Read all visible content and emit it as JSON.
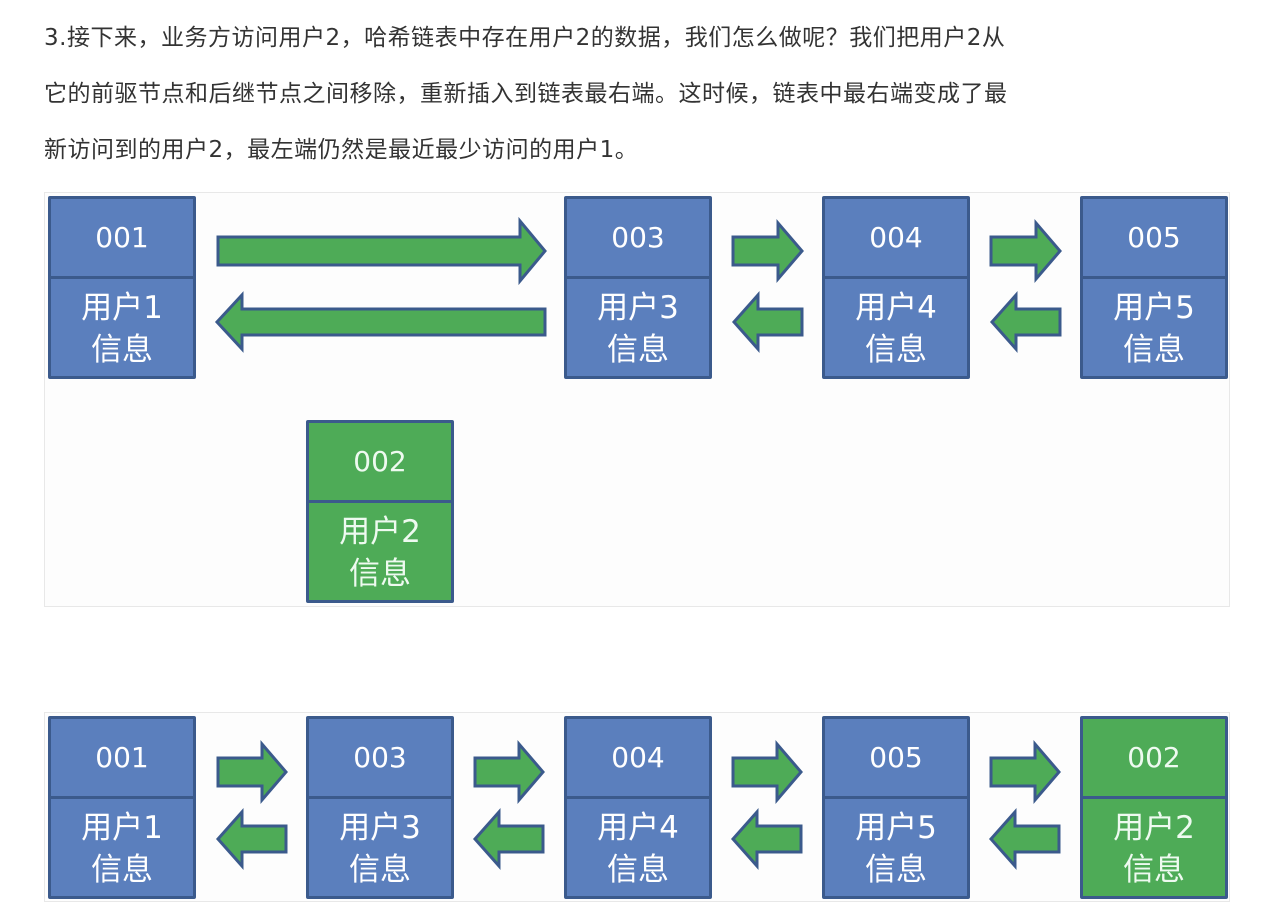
{
  "paragraph": {
    "lines": [
      "3.接下来，业务方访问用户2，哈希链表中存在用户2的数据，我们怎么做呢？我们把用户2从",
      "它的前驱节点和后继节点之间移除，重新插入到链表最右端。这时候，链表中最右端变成了最",
      "新访问到的用户2，最左端仍然是最近最少访问的用户1。"
    ]
  },
  "colors": {
    "node_blue": "#5b7fbd",
    "node_green": "#4eab57",
    "node_border": "#3b5a8c",
    "arrow_fill": "#4eab57",
    "arrow_stroke": "#3b5a8c"
  },
  "diagram_before": {
    "chain": [
      {
        "id": "001",
        "user": "用户1",
        "info": "信息",
        "color": "blue"
      },
      {
        "id": "003",
        "user": "用户3",
        "info": "信息",
        "color": "blue"
      },
      {
        "id": "004",
        "user": "用户4",
        "info": "信息",
        "color": "blue"
      },
      {
        "id": "005",
        "user": "用户5",
        "info": "信息",
        "color": "blue"
      }
    ],
    "detached": {
      "id": "002",
      "user": "用户2",
      "info": "信息",
      "color": "green"
    }
  },
  "diagram_after": {
    "chain": [
      {
        "id": "001",
        "user": "用户1",
        "info": "信息",
        "color": "blue"
      },
      {
        "id": "003",
        "user": "用户3",
        "info": "信息",
        "color": "blue"
      },
      {
        "id": "004",
        "user": "用户4",
        "info": "信息",
        "color": "blue"
      },
      {
        "id": "005",
        "user": "用户5",
        "info": "信息",
        "color": "blue"
      },
      {
        "id": "002",
        "user": "用户2",
        "info": "信息",
        "color": "green"
      }
    ]
  }
}
